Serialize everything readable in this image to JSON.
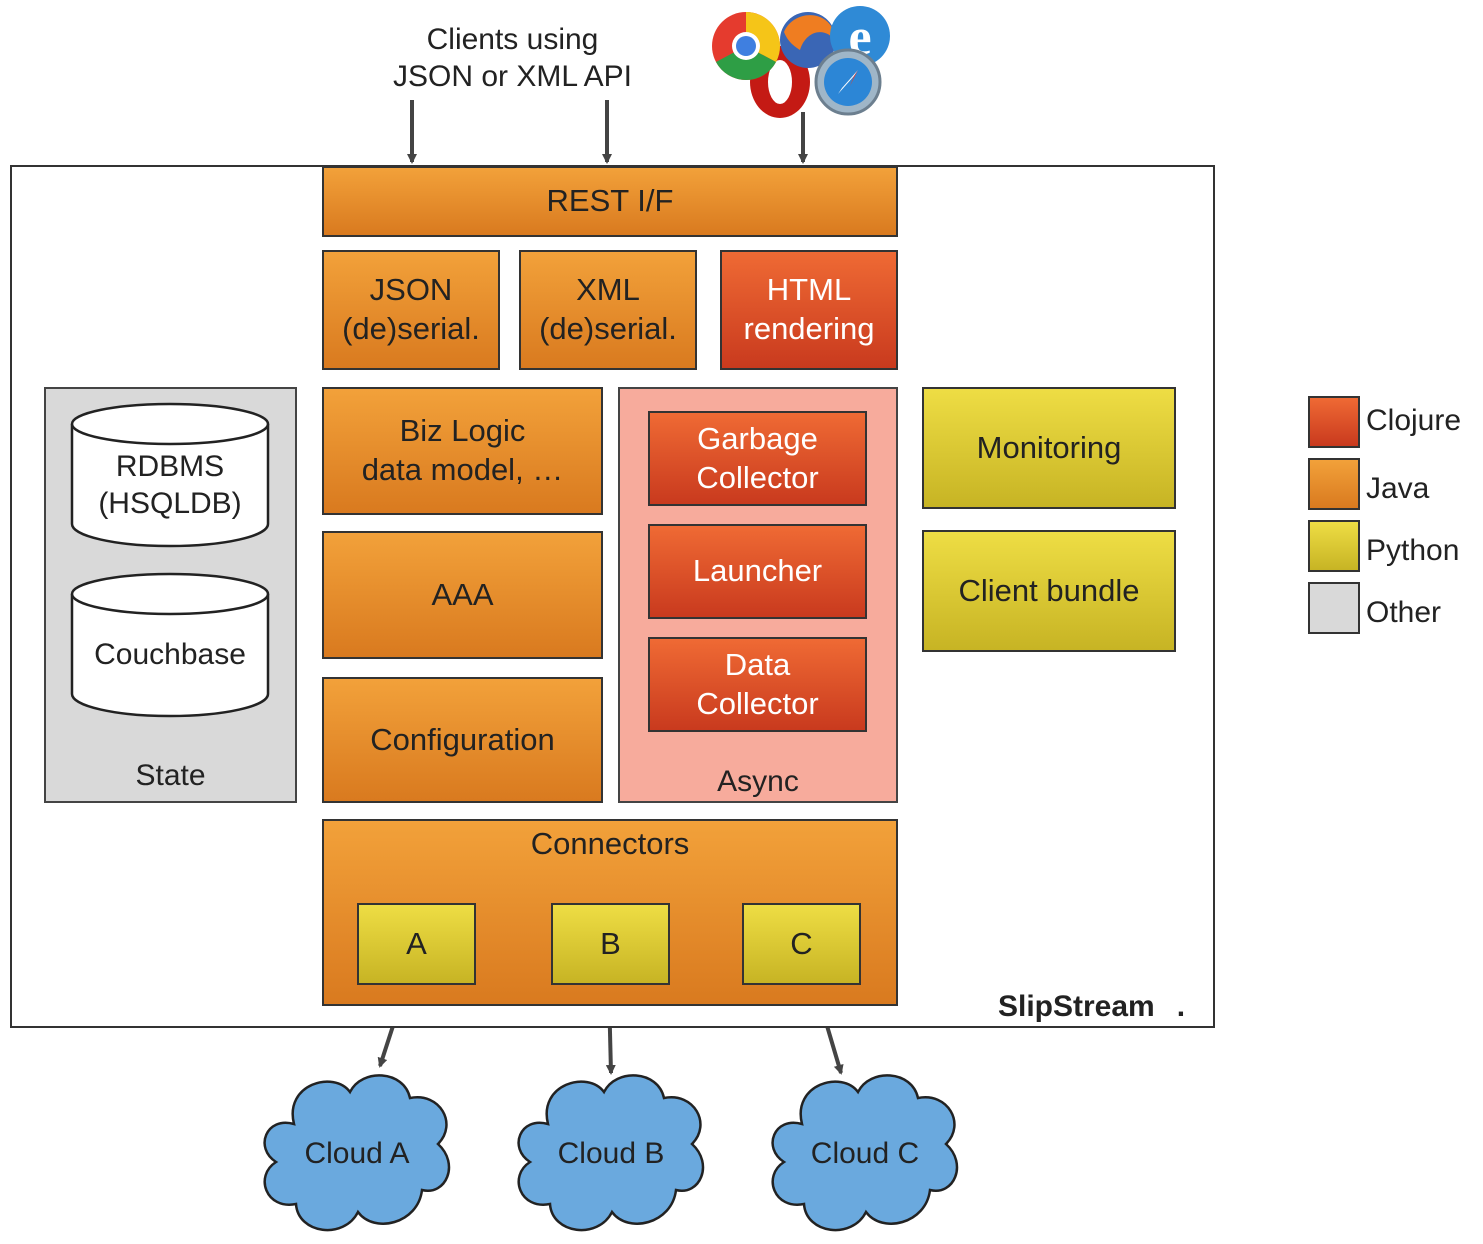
{
  "clients_label": "Clients using\nJSON or XML API",
  "browsers_icon": "web-browsers-icon",
  "system_name": "SlipStream",
  "system_name_suffix": ".",
  "rest": "REST I/F",
  "json": "JSON\n(de)serial.",
  "xml": "XML\n(de)serial.",
  "html": "HTML\nrendering",
  "state": {
    "label": "State",
    "rdbms": "RDBMS\n(HSQLDB)",
    "couchbase": "Couchbase"
  },
  "biz_logic": "Biz Logic\ndata model, …",
  "aaa": "AAA",
  "configuration": "Configuration",
  "async": {
    "label": "Async",
    "garbage": "Garbage\nCollector",
    "launcher": "Launcher",
    "data": "Data\nCollector"
  },
  "monitoring": "Monitoring",
  "client_bundle": "Client bundle",
  "connectors": {
    "label": "Connectors",
    "a": "A",
    "b": "B",
    "c": "C"
  },
  "clouds": [
    "Cloud A",
    "Cloud B",
    "Cloud C"
  ],
  "legend": [
    "Clojure",
    "Java",
    "Python",
    "Other"
  ],
  "colors": {
    "clojure": "#dc4a26",
    "java": "#e8902c",
    "python": "#ddc935",
    "other": "#d9d9d9",
    "async_bg": "#f7ab9c",
    "cloud": "#6aa9de"
  }
}
